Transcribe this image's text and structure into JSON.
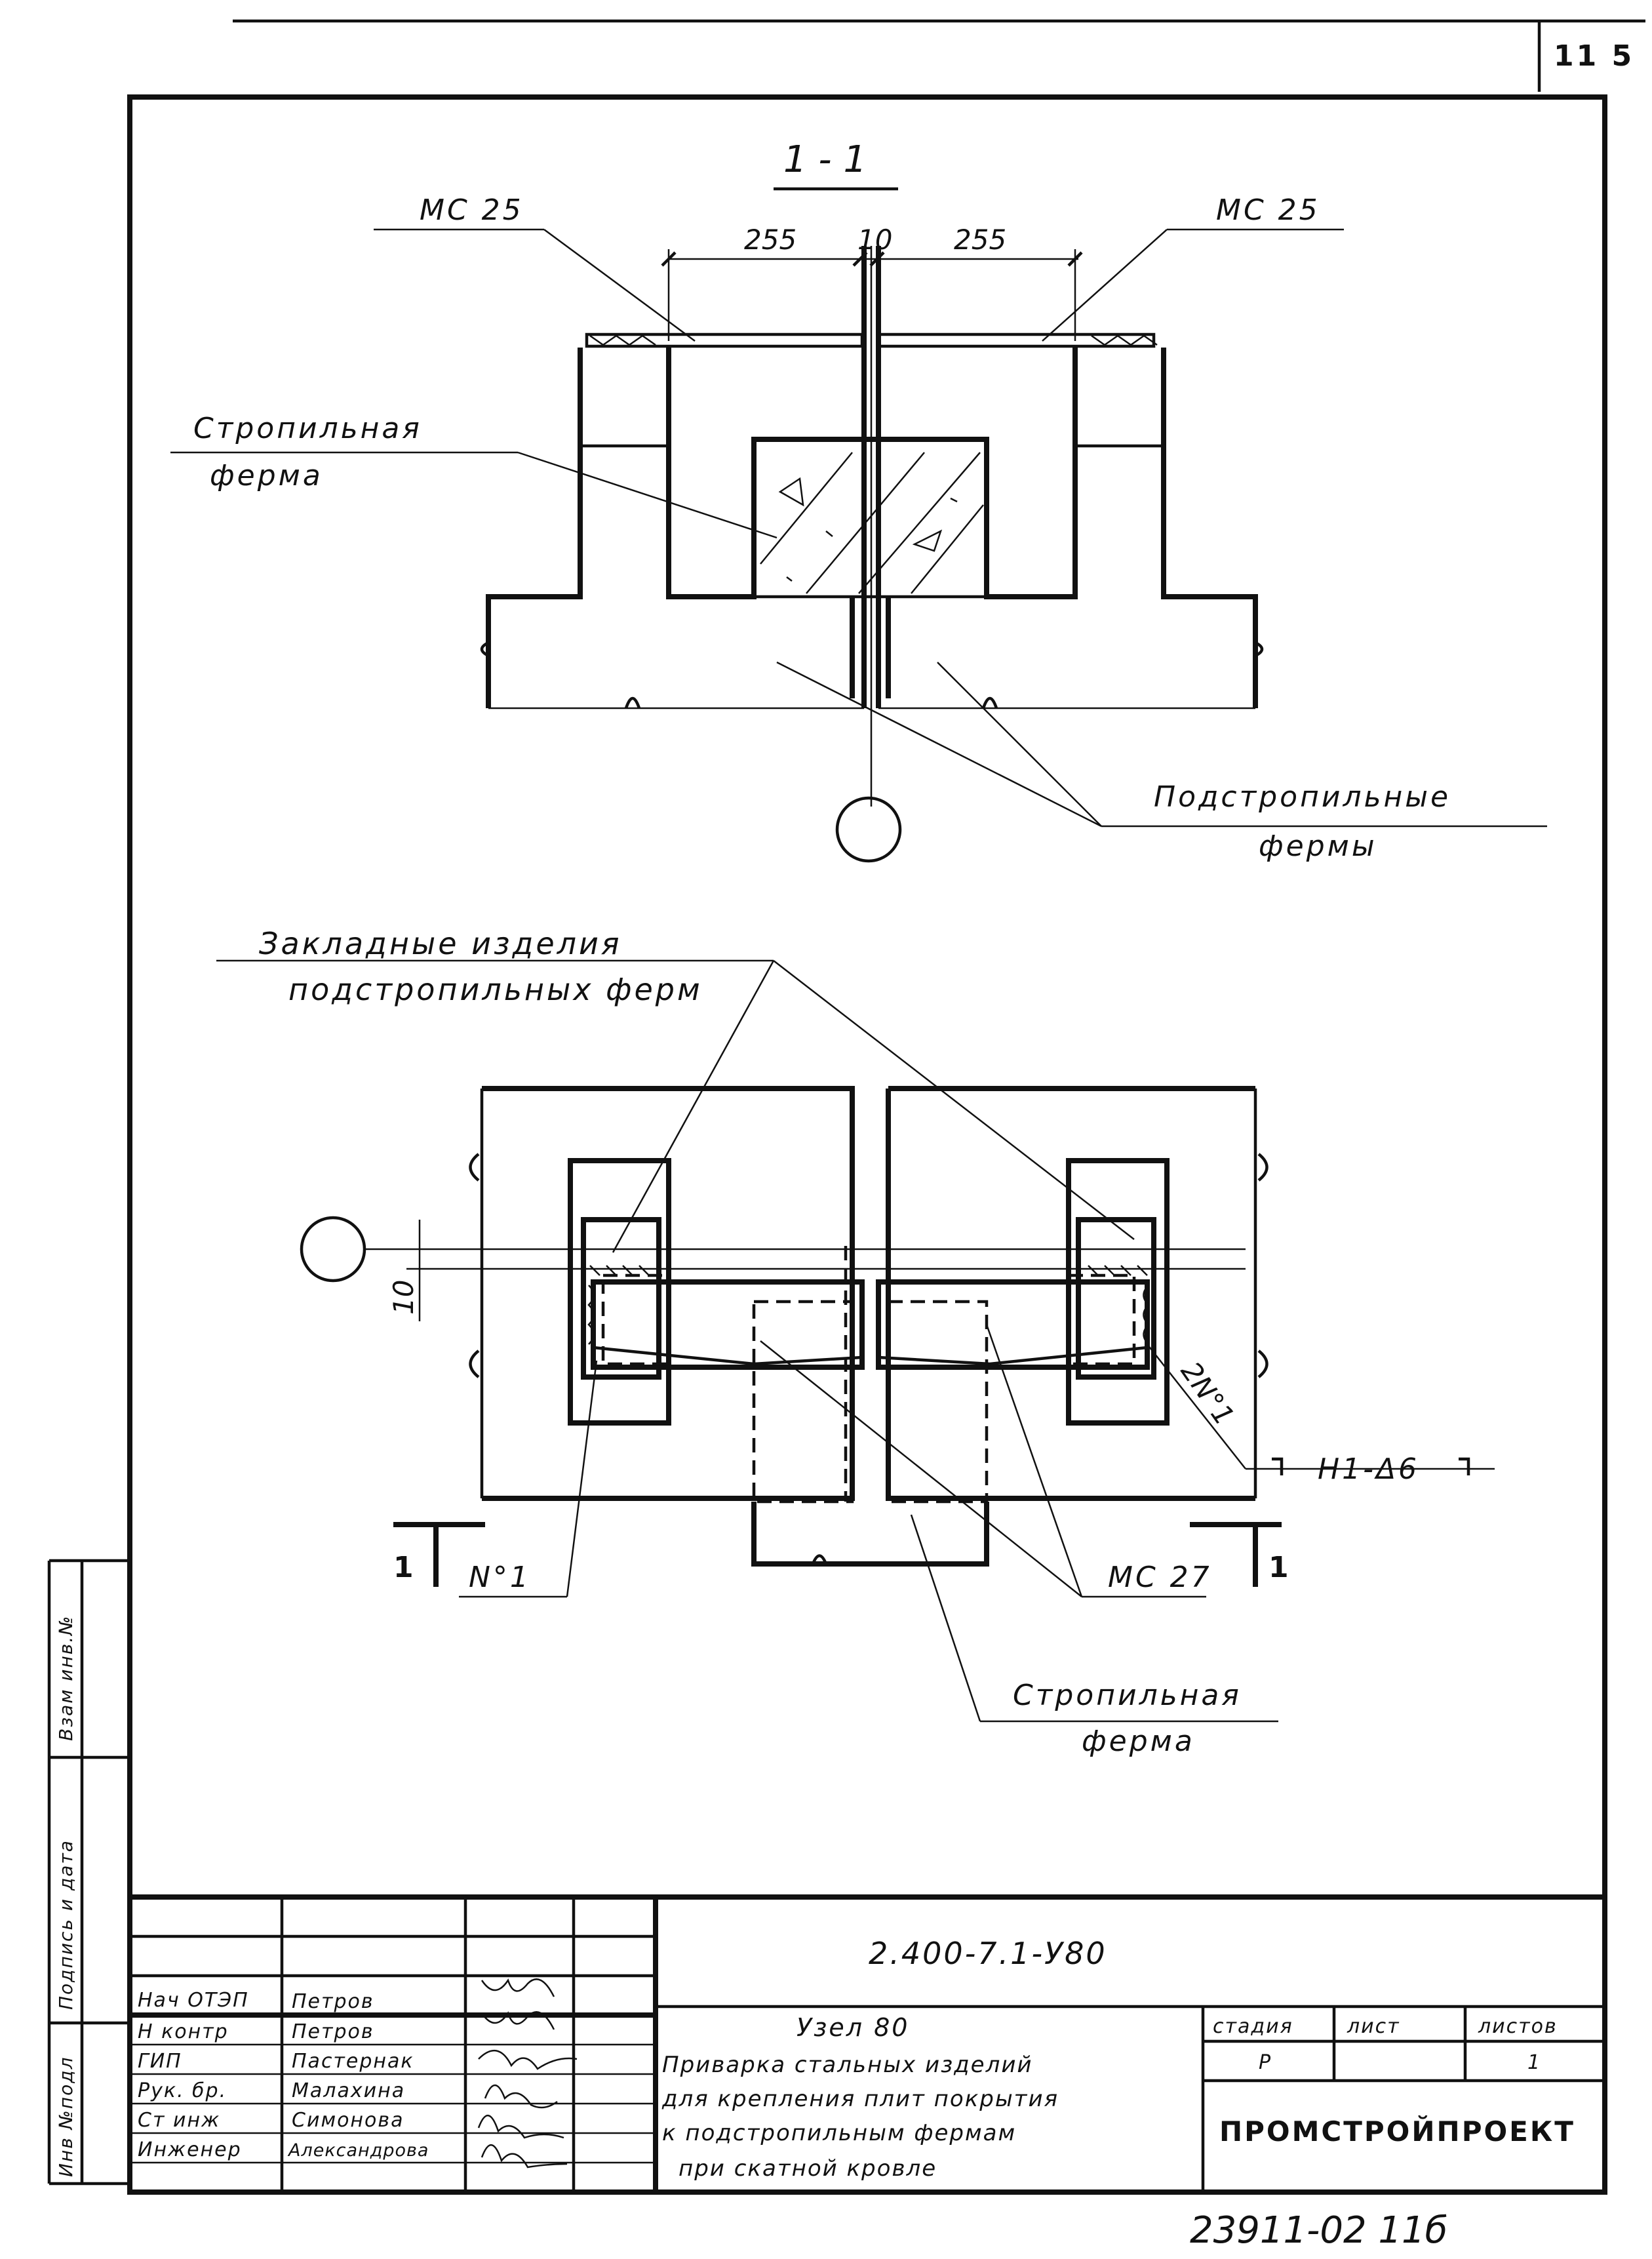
{
  "sheet_number": "11 5",
  "section_label": "1 - 1",
  "labels": {
    "mc25_left": "MC 25",
    "mc25_right": "MC 25",
    "dim_left": "255",
    "dim_gap": "10",
    "dim_right": "255",
    "rafter_truss_top_line1": "Стропильная",
    "rafter_truss_top_line2": "ферма",
    "subrafter_trusses_line1": "Подстропильные",
    "subrafter_trusses_line2": "фермы",
    "embedded_line1": "Закладные   изделия",
    "embedded_line2": "подстропильных ферм",
    "dim_10_plan": "10",
    "weld_2no1": "2N°1",
    "weld_h1": "H1-Δ6",
    "section_mark_left": "1",
    "section_mark_right": "1",
    "no1": "N°1",
    "mc27": "MC 27",
    "rafter_truss_bottom_line1": "Стропильная",
    "rafter_truss_bottom_line2": "ферма"
  },
  "side_stamp": {
    "vzam": "Взам инв.№",
    "podpis": "Подпись и дата",
    "inv": "Инв №подл"
  },
  "title_block": {
    "doc_code": "2.400-7.1-У80",
    "node_title": "Узел 80",
    "description_lines": [
      "Приварка стальных изделий",
      "для крепления плит покрытия",
      "к  подстропильным фермам",
      "при  скатной  кровле"
    ],
    "roles": [
      {
        "role": "Нач ОТЭП",
        "name": "Петров"
      },
      {
        "role": "Н контр",
        "name": "Петров"
      },
      {
        "role": "ГИП",
        "name": "Пастернак"
      },
      {
        "role": "Рук. бр.",
        "name": "Малахина"
      },
      {
        "role": "Ст инж",
        "name": "Симонова"
      },
      {
        "role": "Инженер",
        "name": "Александрова"
      }
    ],
    "stage_header": "стадия",
    "sheet_header": "лист",
    "sheets_header": "листов",
    "stage_value": "Р",
    "sheet_value": "",
    "sheets_value": "1",
    "organization": "ПРОМСТРОЙПРОЕКТ"
  },
  "footer_code": "23911-02   11б"
}
